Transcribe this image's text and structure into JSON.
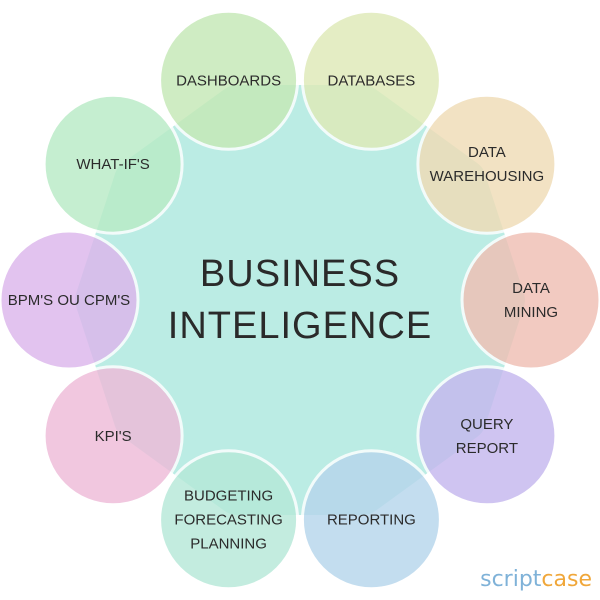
{
  "center": {
    "lines": [
      "BUSINESS",
      "INTELIGENCE"
    ],
    "color": "#b8ebe3"
  },
  "nodes": [
    {
      "id": "dashboards",
      "lines": [
        "DASHBOARDS"
      ],
      "color": "#c5e9b6"
    },
    {
      "id": "databases",
      "lines": [
        "DATABASES"
      ],
      "color": "#dfeab8"
    },
    {
      "id": "data-warehousing",
      "lines": [
        "DATA",
        "WAREHOUSING"
      ],
      "color": "#f0dcb6"
    },
    {
      "id": "data-mining",
      "lines": [
        "DATA",
        "MINING"
      ],
      "color": "#f0bfb4"
    },
    {
      "id": "query-report",
      "lines": [
        "QUERY",
        "REPORT"
      ],
      "color": "#c5b8ee"
    },
    {
      "id": "reporting",
      "lines": [
        "REPORTING"
      ],
      "color": "#b7d6ec"
    },
    {
      "id": "budgeting",
      "lines": [
        "BUDGETING",
        "FORECASTING",
        "PLANNING"
      ],
      "color": "#b6e9d8"
    },
    {
      "id": "kpis",
      "lines": [
        "KPI'S"
      ],
      "color": "#eebbd9"
    },
    {
      "id": "bpm-cpm",
      "lines": [
        "BPM'S OU CPM'S"
      ],
      "color": "#dcb6ec"
    },
    {
      "id": "what-ifs",
      "lines": [
        "WHAT-IF'S"
      ],
      "color": "#b9ebc6"
    }
  ],
  "brand": {
    "part1": "script",
    "part2": "case"
  }
}
